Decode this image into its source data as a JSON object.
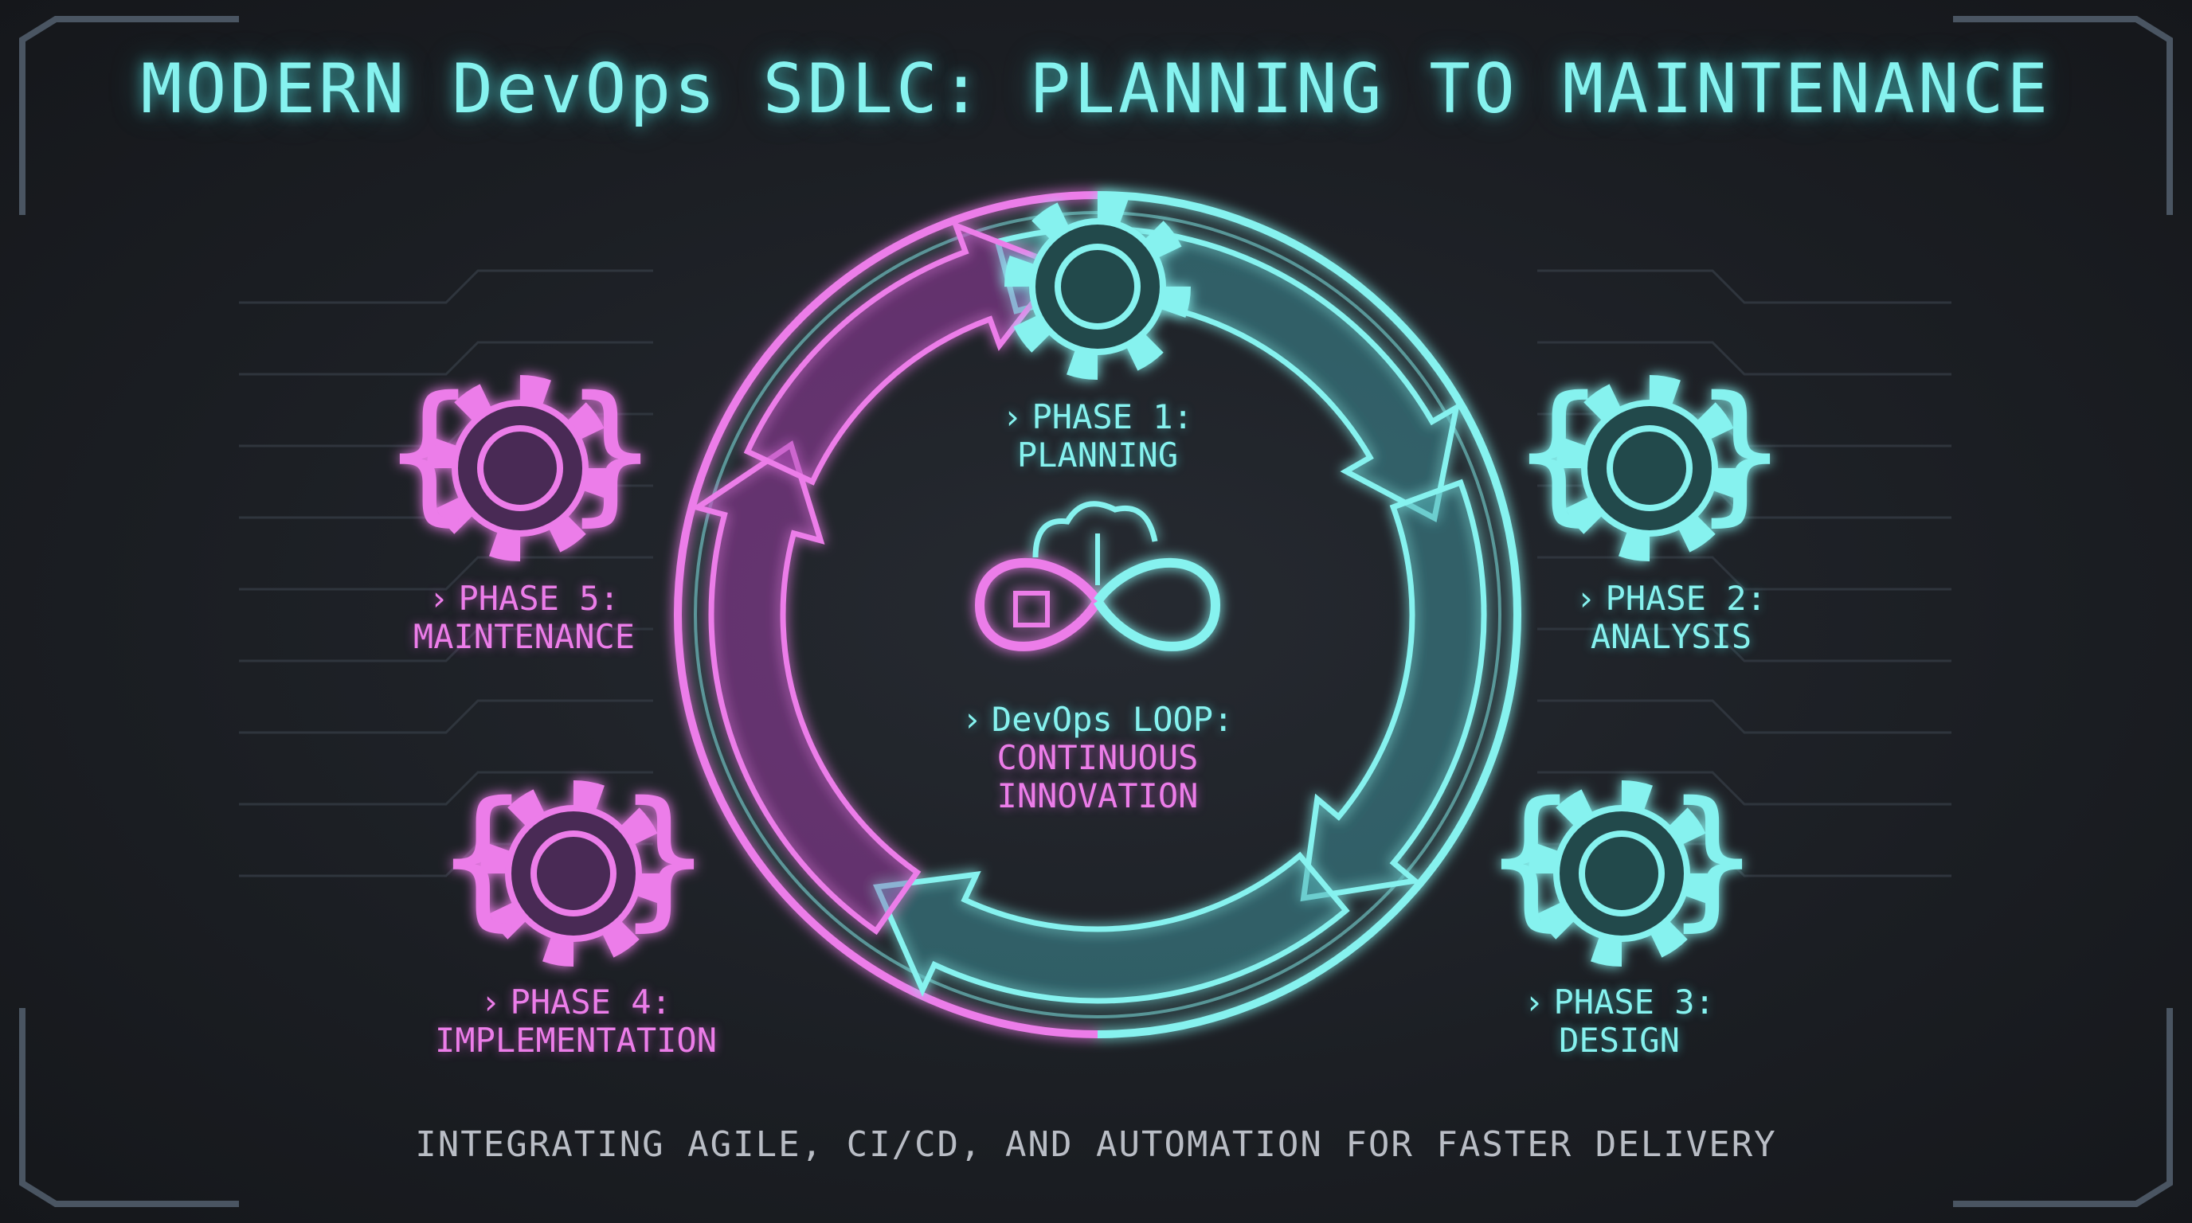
{
  "title": "MODERN DevOps SDLC: PLANNING TO MAINTENANCE",
  "footer": "INTEGRATING AGILE, CI/CD, AND AUTOMATION FOR FASTER DELIVERY",
  "colors": {
    "cyan": "#86f2ef",
    "magenta": "#ec7de9",
    "background": "#1c1f24",
    "frame": "#4a5562"
  },
  "center": {
    "prefix": "›",
    "line1": "DevOps LOOP:",
    "line2": "CONTINUOUS",
    "line3": "INNOVATION",
    "icon": "infinity-cloud-chip-icon"
  },
  "phases": [
    {
      "prefix": "›",
      "heading": "PHASE 1:",
      "name": "PLANNING",
      "icon": "gear-check-icon",
      "color": "cyan"
    },
    {
      "prefix": "›",
      "heading": "PHASE 2:",
      "name": "ANALYSIS",
      "icon": "gear-magnifier-chart-icon",
      "color": "cyan"
    },
    {
      "prefix": "›",
      "heading": "PHASE 3:",
      "name": "DESIGN",
      "icon": "gear-blueprint-pencil-icon",
      "color": "cyan"
    },
    {
      "prefix": "›",
      "heading": "PHASE 4:",
      "name": "IMPLEMENTATION",
      "icon": "gear-code-window-icon",
      "color": "magenta"
    },
    {
      "prefix": "›",
      "heading": "PHASE 5:",
      "name": "MAINTENANCE",
      "icon": "gear-wrench-shield-icon",
      "color": "magenta"
    }
  ]
}
